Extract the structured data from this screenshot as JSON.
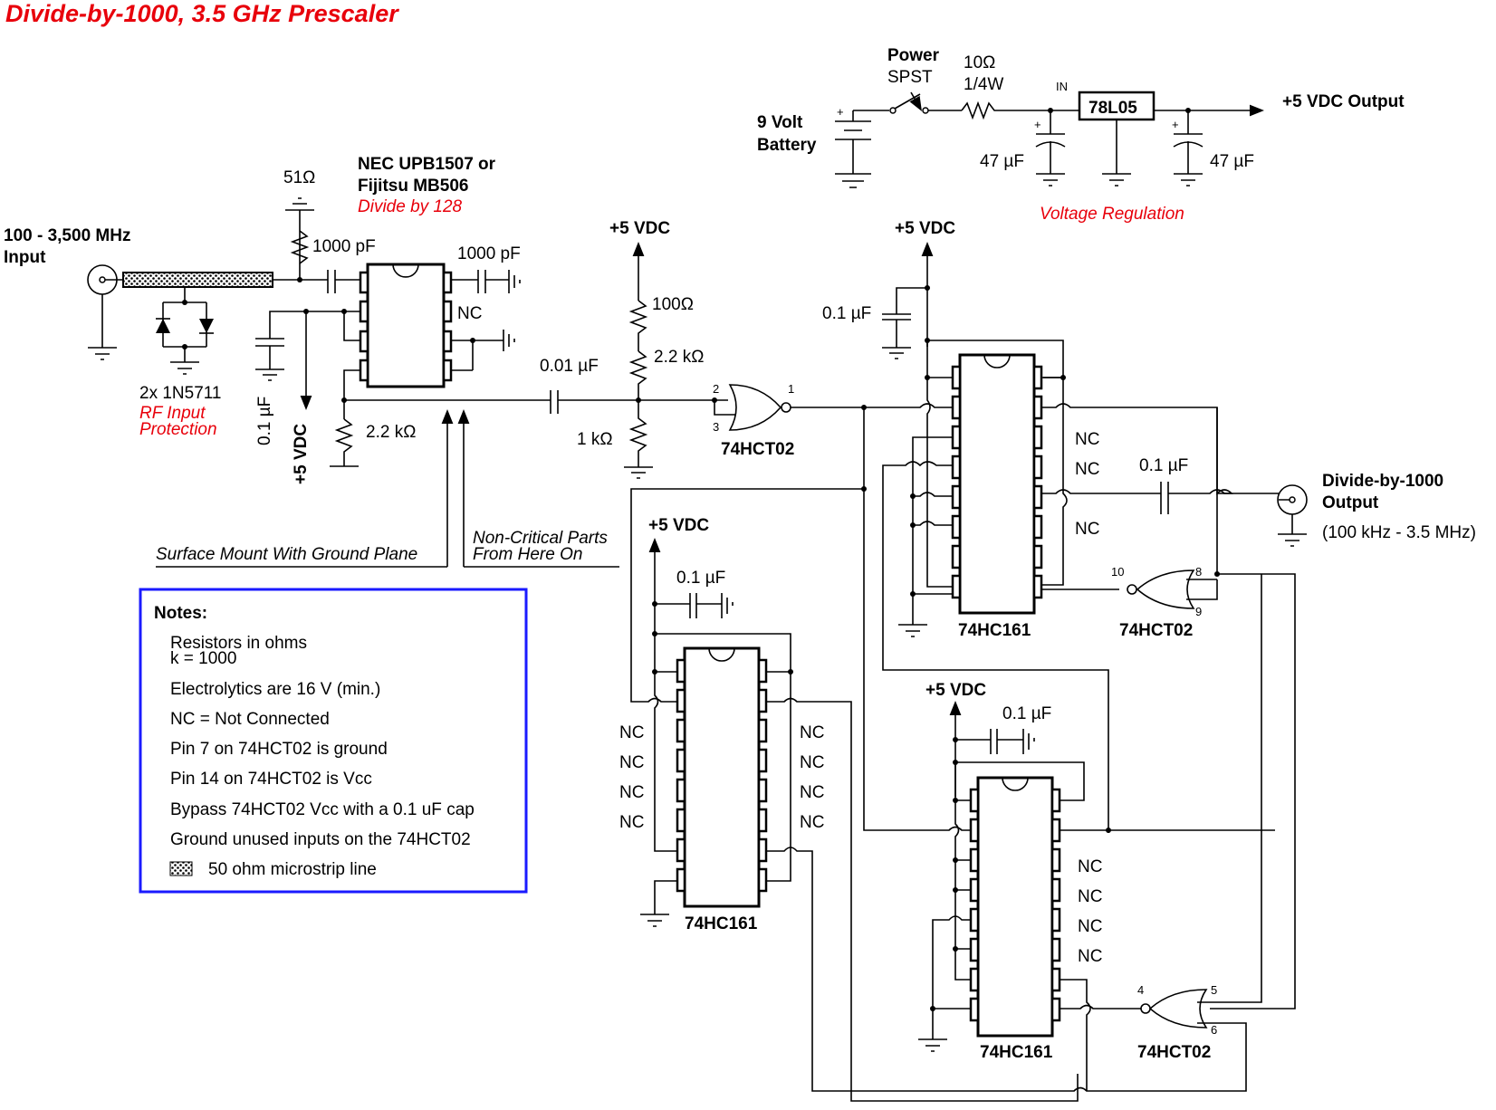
{
  "title": "Divide-by-1000, 3.5 GHz Prescaler",
  "colors": {
    "title": "#e8000b",
    "annotation": "#e8000b",
    "notes_border": "#1a1aff",
    "wire": "#000000"
  },
  "input": {
    "freq": "100 - 3,500 MHz",
    "label": "Input"
  },
  "protection": {
    "diodes": "2x 1N5711",
    "caption_line1": "RF Input",
    "caption_line2": "Protection"
  },
  "prescaler": {
    "part_line1": "NEC UPB1507 or",
    "part_line2": "Fijitsu MB506",
    "function": "Divide by 128"
  },
  "components": {
    "r_term": "51Ω",
    "c_in": "1000 pF",
    "c_out": "1000 pF",
    "nc": "NC",
    "c_bypass_pre": "0.1 µF",
    "vdc_pre": "+5 VDC",
    "r_bias": "2.2 kΩ",
    "c_couple": "0.01 µF",
    "r_100": "100Ω",
    "r_22k": "2.2 kΩ",
    "r_1k": "1 kΩ",
    "vdc": "+5 VDC",
    "c_bypass": "0.1 µF",
    "c_output": "0.1 µF"
  },
  "power": {
    "battery_line1": "9 Volt",
    "battery_line2": "Battery",
    "switch_line1": "Power",
    "switch_line2": "SPST",
    "resistor_line1": "10Ω",
    "resistor_line2": "1/4W",
    "in_label": "IN",
    "regulator": "78L05",
    "cap_in": "47 µF",
    "cap_out": "47 µF",
    "output": "+5 VDC Output",
    "caption": "Voltage Regulation",
    "plus": "+"
  },
  "gates": [
    {
      "part": "74HCT02",
      "pins": [
        "2",
        "3",
        "1"
      ]
    },
    {
      "part": "74HCT02",
      "pins": [
        "10",
        "8",
        "9"
      ]
    },
    {
      "part": "74HCT02",
      "pins": [
        "4",
        "5",
        "6"
      ]
    }
  ],
  "counters": [
    {
      "part": "74HC161"
    },
    {
      "part": "74HC161"
    },
    {
      "part": "74HC161"
    }
  ],
  "boundary": {
    "left": "Surface Mount With Ground Plane",
    "right_line1": "Non-Critical Parts",
    "right_line2": "From Here On"
  },
  "output": {
    "line1": "Divide-by-1000",
    "line2": "Output",
    "range": "(100 kHz - 3.5 MHz)"
  },
  "notes": {
    "heading": "Notes:",
    "items": [
      "Resistors in ohms",
      "k = 1000",
      "Electrolytics are 16 V (min.)",
      "NC = Not Connected",
      "Pin 7 on 74HCT02 is ground",
      "Pin 14 on 74HCT02 is Vcc",
      "Bypass 74HCT02 Vcc with a 0.1 uF cap",
      "Ground unused inputs on the 74HCT02",
      "50 ohm microstrip line"
    ]
  }
}
